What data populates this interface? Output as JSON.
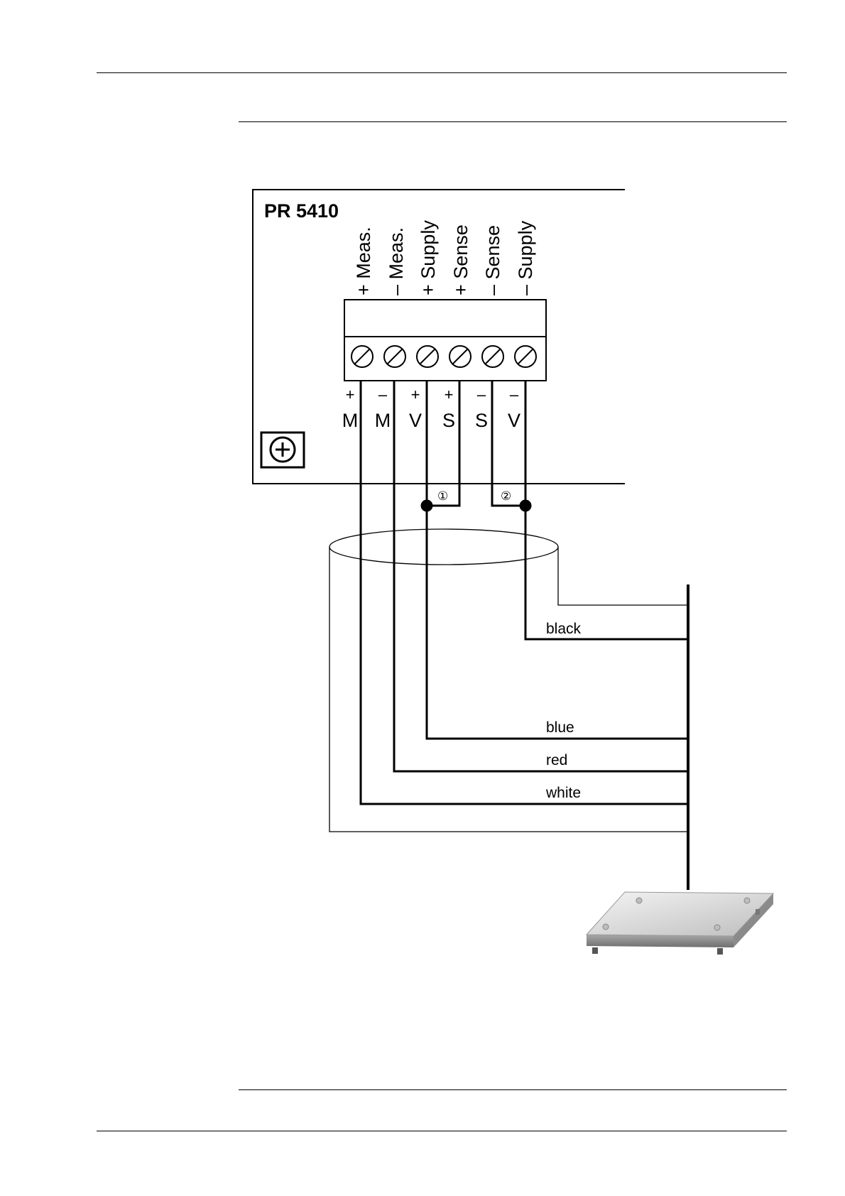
{
  "device": {
    "title": "PR 5410"
  },
  "terminals": [
    {
      "label": "+ Meas.",
      "sign": "+",
      "letter": "M"
    },
    {
      "label": "– Meas.",
      "sign": "–",
      "letter": "M"
    },
    {
      "label": "+ Supply",
      "sign": "+",
      "letter": "V"
    },
    {
      "label": "+ Sense",
      "sign": "+",
      "letter": "S"
    },
    {
      "label": "– Sense",
      "sign": "–",
      "letter": "S"
    },
    {
      "label": "– Supply",
      "sign": "–",
      "letter": "V"
    }
  ],
  "bridges": [
    "①",
    "②"
  ],
  "wires": {
    "black": "black",
    "blue": "blue",
    "red": "red",
    "white": "white"
  },
  "icons": {
    "ground": "ground-screw-icon",
    "platform": "weighing-platform-icon"
  }
}
